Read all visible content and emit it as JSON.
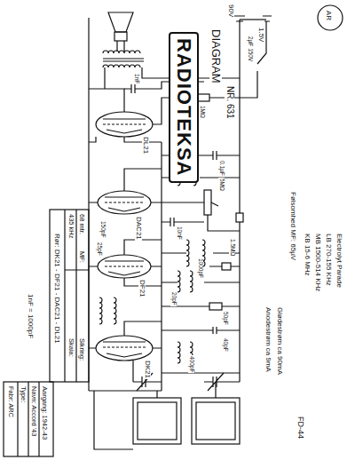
{
  "diagram": {
    "nodes": [
      {
        "text": [
          "RADIOTEKSA"
        ]
      }
    ],
    "labels": [
      "DIAGRAM",
      "NR. 631",
      "90V",
      "1.5V",
      "2µF 150V",
      "AR",
      "DL21",
      "DAC21",
      "DF21",
      "DK21",
      "1nF",
      "100pF",
      "1MΩ",
      "0.1µF",
      "150pF",
      "10nF",
      "5MΩ",
      "1.5MΩ",
      "1000pF",
      "20pF",
      "50pF",
      "400pF",
      "40pF",
      "25pF",
      "Fabr: ARC",
      "Type:",
      "Navn: Accord '43",
      "Aargang: 1942-43",
      "Rør: DK21 - DF21 - DAC21 - DL21",
      "Skala:",
      "Sikring:",
      "MF:",
      "435 kHz",
      "68 mtr.",
      "1nF = 1000pF",
      "Anodestrøm ca 9mA",
      "Glødestrøm ca 90mA",
      "Følsomhed MF: 65µV",
      "KB 15-6 MHz",
      "MB 1500-514 KHz",
      "LB 270-155 KHz",
      "Electrolyt Parade",
      "FD-44"
    ]
  }
}
